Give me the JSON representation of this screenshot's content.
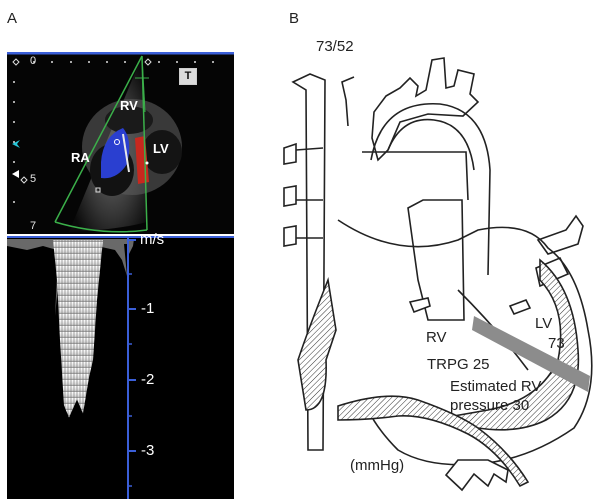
{
  "panel_a": {
    "letter": "A",
    "echo": {
      "labels": {
        "rv": "RV",
        "ra": "RA",
        "lv": "LV"
      },
      "depth_ticks": [
        "0",
        "5",
        "7"
      ],
      "badge": "T"
    },
    "doppler": {
      "unit": "m/s",
      "ticks": [
        "-1",
        "-2",
        "-3"
      ],
      "peak_velocity_ms": -2.5
    }
  },
  "panel_b": {
    "letter": "B",
    "aortic_pressure": "73/52",
    "rv_label": "RV",
    "trpg": "TRPG 25",
    "lv_label": "LV",
    "lv_pressure": "73",
    "estimated_line1": "Estimated RV",
    "estimated_line2": "pressure 30",
    "unit": "(mmHg)"
  },
  "colors": {
    "doppler_color_blue": "#2a3fd0",
    "doppler_color_red": "#c8281e",
    "axis_blue": "#3b5fd8",
    "sector_green": "#3bb04a",
    "septum_gray": "#8c8c8c"
  }
}
